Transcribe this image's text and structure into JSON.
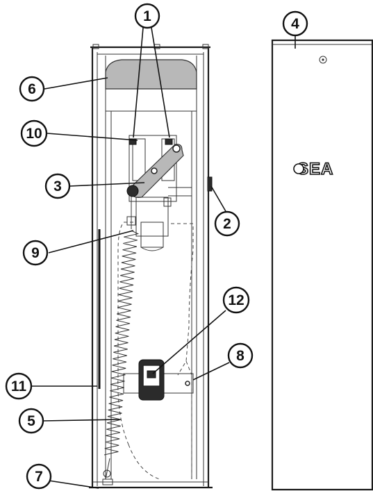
{
  "brand_logo": "SEA",
  "callouts": [
    {
      "id": "c1",
      "label": "1"
    },
    {
      "id": "c2",
      "label": "2"
    },
    {
      "id": "c3",
      "label": "3"
    },
    {
      "id": "c4",
      "label": "4"
    },
    {
      "id": "c5",
      "label": "5"
    },
    {
      "id": "c6",
      "label": "6"
    },
    {
      "id": "c7",
      "label": "7"
    },
    {
      "id": "c8",
      "label": "8"
    },
    {
      "id": "c9",
      "label": "9"
    },
    {
      "id": "c10",
      "label": "10"
    },
    {
      "id": "c11",
      "label": "11"
    },
    {
      "id": "c12",
      "label": "12"
    }
  ],
  "colors": {
    "line": "#111111",
    "fill_grey": "#b8b8b8",
    "background": "#ffffff"
  }
}
